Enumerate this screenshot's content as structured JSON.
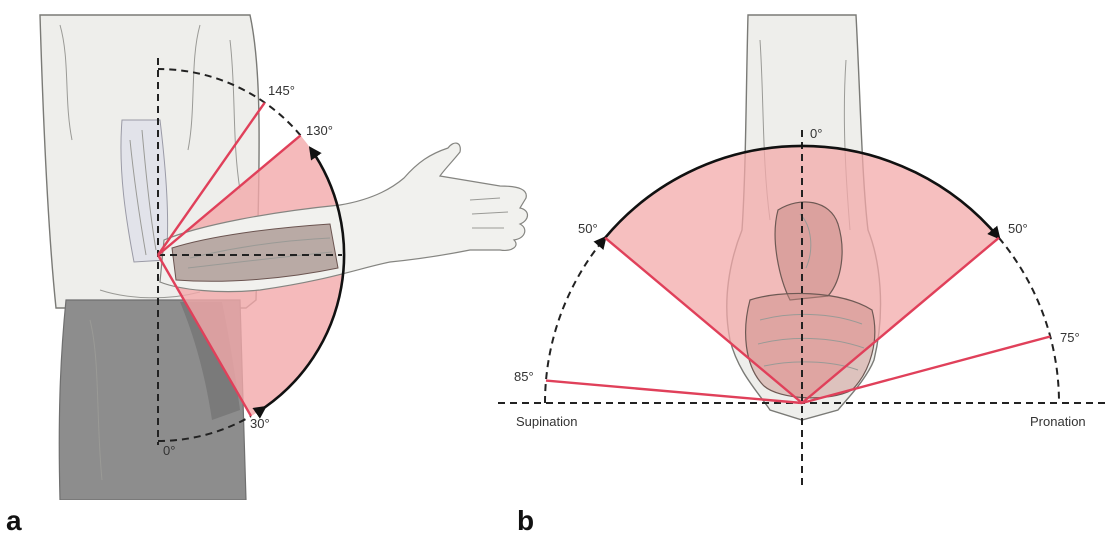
{
  "colors": {
    "sector_fill": "#f3a9aa",
    "ray": "#e0405a",
    "arc": "#111111",
    "dashed": "#222222",
    "skin": "#eeeeeb",
    "pants": "#8d8d8d",
    "forearm_muscle": "#8a6f6a"
  },
  "panel_a": {
    "label": "a",
    "angles": {
      "a145": "145°",
      "a130": "130°",
      "a30": "30°",
      "a0": "0°"
    }
  },
  "panel_b": {
    "label": "b",
    "angles": {
      "top": "0°",
      "left50": "50°",
      "right50": "50°",
      "a85": "85°",
      "a75": "75°"
    },
    "supination": "Supination",
    "pronation": "Pronation"
  }
}
